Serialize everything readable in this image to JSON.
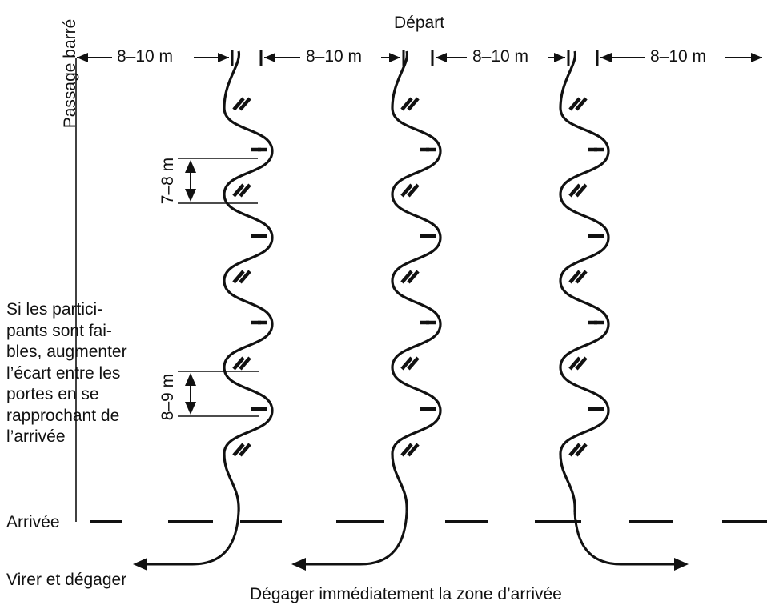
{
  "labels": {
    "start": "Départ",
    "blocked_passage": "Passage barré",
    "gap_between_courses": "8–10 m",
    "gate_spacing_upper": "7–8 m",
    "gate_spacing_lower": "8–9 m",
    "note_lines": [
      "Si les partici-",
      "pants sont fai-",
      "bles, augmenter",
      "l’écart entre les",
      "portes en se",
      "rapprochant de",
      "l’arrivée"
    ],
    "finish": "Arrivée",
    "turn_and_clear": "Virer et dégager",
    "clear_finish_zone": "Dégager immédiatement la zone d’arrivée"
  },
  "diagram": {
    "course_count": 3,
    "gates_per_course": 9,
    "line_color": "#111111"
  }
}
